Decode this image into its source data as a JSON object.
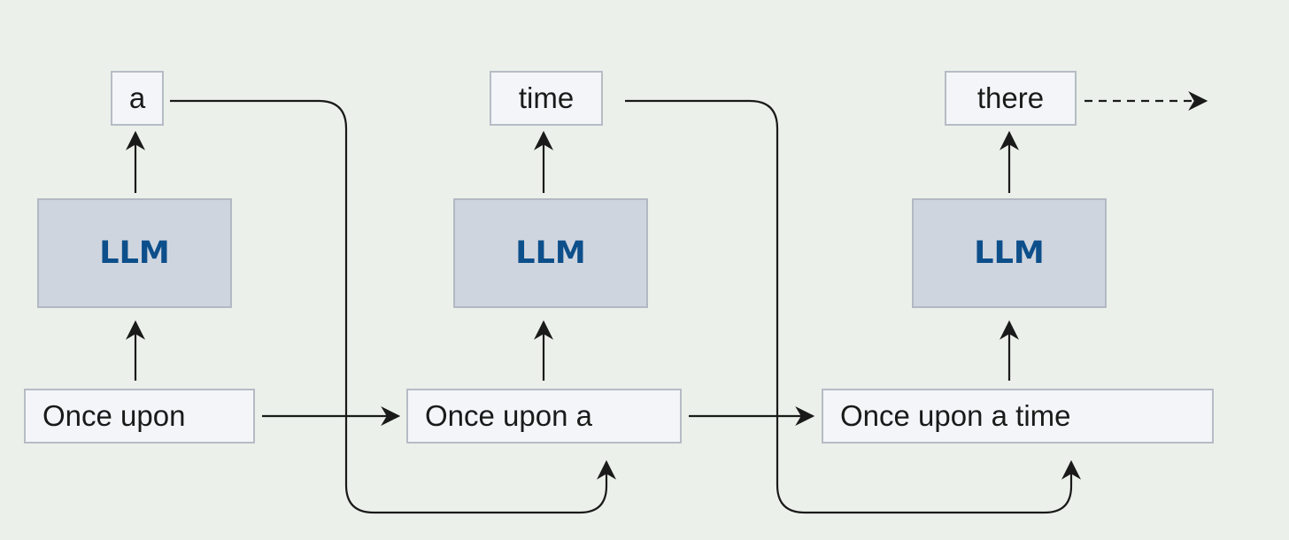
{
  "steps": [
    {
      "input": "Once upon",
      "model": "LLM",
      "output": "a"
    },
    {
      "input": "Once upon a",
      "model": "LLM",
      "output": "time"
    },
    {
      "input": "Once upon a time",
      "model": "LLM",
      "output": "there"
    }
  ],
  "colors": {
    "background": "#ebf1ea",
    "box_fill": "#f3f5f8",
    "llm_fill": "#cfd5df",
    "llm_text": "#0d4f8b",
    "arrow": "#1a1a1a"
  }
}
